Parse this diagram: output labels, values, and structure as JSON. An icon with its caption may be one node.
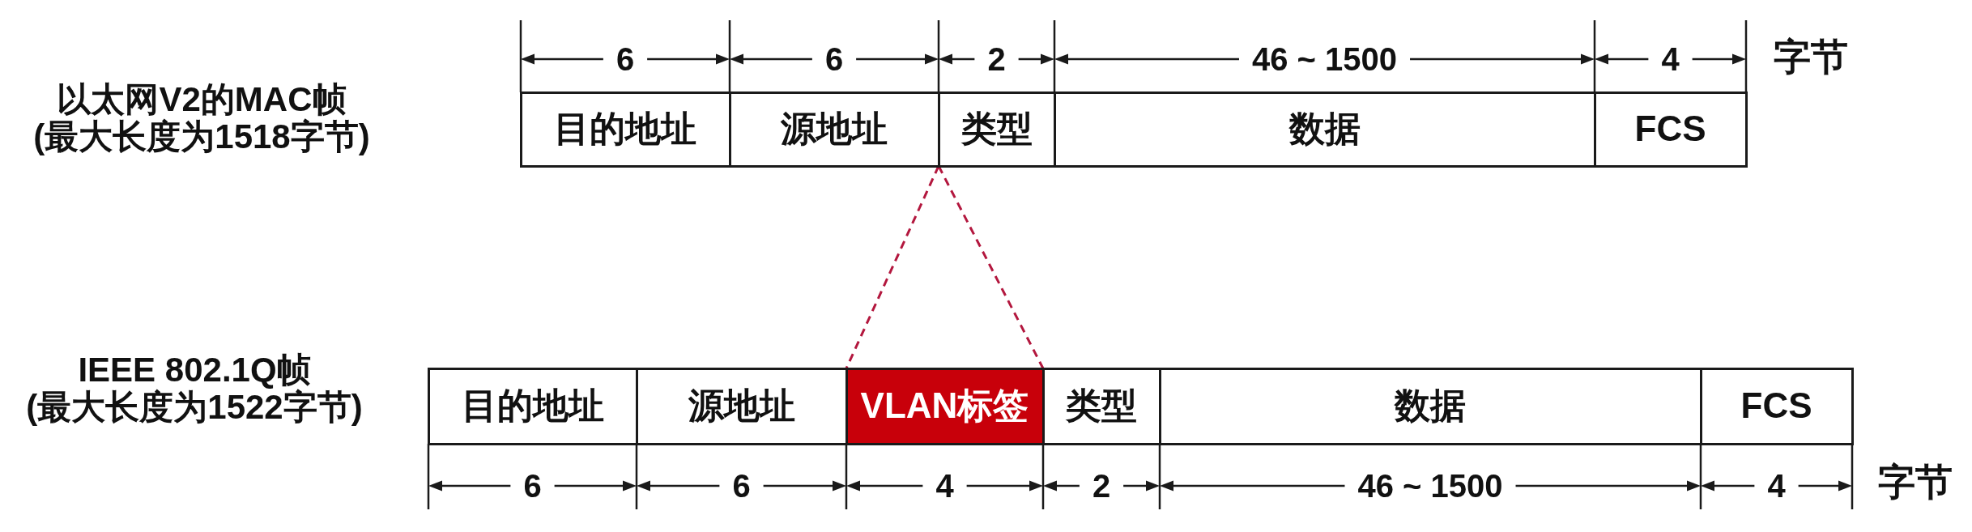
{
  "diagram": {
    "nodes": [
      {
        "text": [
          "目的地址"
        ]
      },
      {
        "text": [
          "源地址"
        ]
      },
      {
        "text": [
          "类型"
        ]
      },
      {
        "text": [
          "数据"
        ]
      },
      {
        "text": [
          "FCS"
        ]
      },
      {
        "text": [
          "目的地址"
        ]
      },
      {
        "text": [
          "源地址"
        ]
      },
      {
        "text": [
          "VLAN标签"
        ]
      },
      {
        "text": [
          "类型"
        ]
      },
      {
        "text": [
          "数据"
        ]
      },
      {
        "text": [
          "FCS"
        ]
      }
    ],
    "edges": [
      {
        "from": 2,
        "to": 7,
        "arrow": "none",
        "style": "dashed",
        "color": "#b3173e"
      },
      {
        "from": 2,
        "to": 7,
        "arrow": "none",
        "style": "dashed",
        "color": "#b3173e"
      }
    ],
    "labels": [
      "6",
      "6",
      "2",
      "46 ~ 1500",
      "4",
      "字节",
      "以太网V2的MAC帧",
      "(最大长度为1518字节)",
      "IEEE 802.1Q帧",
      "(最大长度为1522字节)",
      "6",
      "6",
      "4",
      "2",
      "46 ~ 1500",
      "4",
      "字节"
    ]
  }
}
